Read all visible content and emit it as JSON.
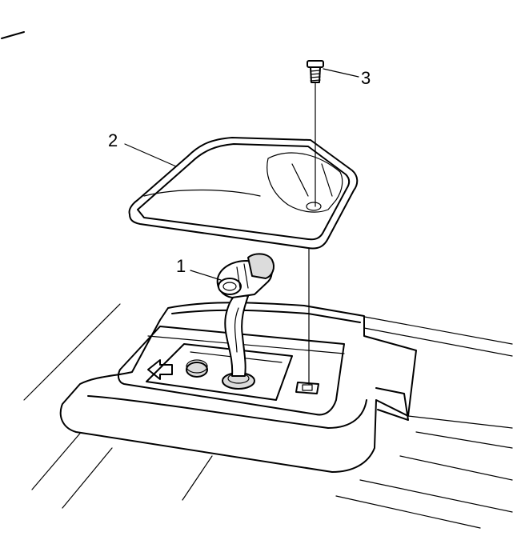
{
  "callouts": [
    {
      "id": "1",
      "label": "1",
      "part": "shift-lever-boot-assembly"
    },
    {
      "id": "2",
      "label": "2",
      "part": "console-cover"
    },
    {
      "id": "3",
      "label": "3",
      "part": "screw"
    }
  ]
}
